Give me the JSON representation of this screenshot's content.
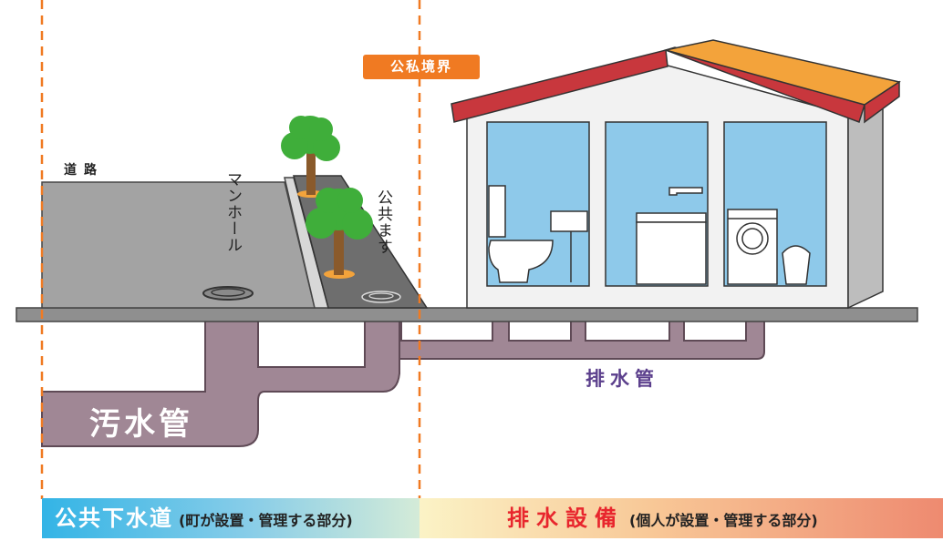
{
  "labels": {
    "road": "道路",
    "manhole": "マンホール",
    "public_masu": "公共ます",
    "boundary": "公私境界",
    "sewer_pipe": "汚水管",
    "drain_pipe": "排水管"
  },
  "bands": {
    "public": {
      "title": "公共下水道",
      "note": "(町が設置・管理する部分)"
    },
    "private": {
      "title": "排水設備",
      "note": "(個人が設置・管理する部分)"
    }
  },
  "colors": {
    "boundary_line": "#f07a22",
    "pipe": "#a08795",
    "road": "#a3a3a3",
    "sidewalk": "#6e6e6e",
    "room_window": "#8ec9ea",
    "roof": "#c8373d",
    "roof_top": "#f3a33b",
    "tree": "#3fae3a",
    "drain_label": "#5b3f8c",
    "private_title": "#e8262d"
  }
}
